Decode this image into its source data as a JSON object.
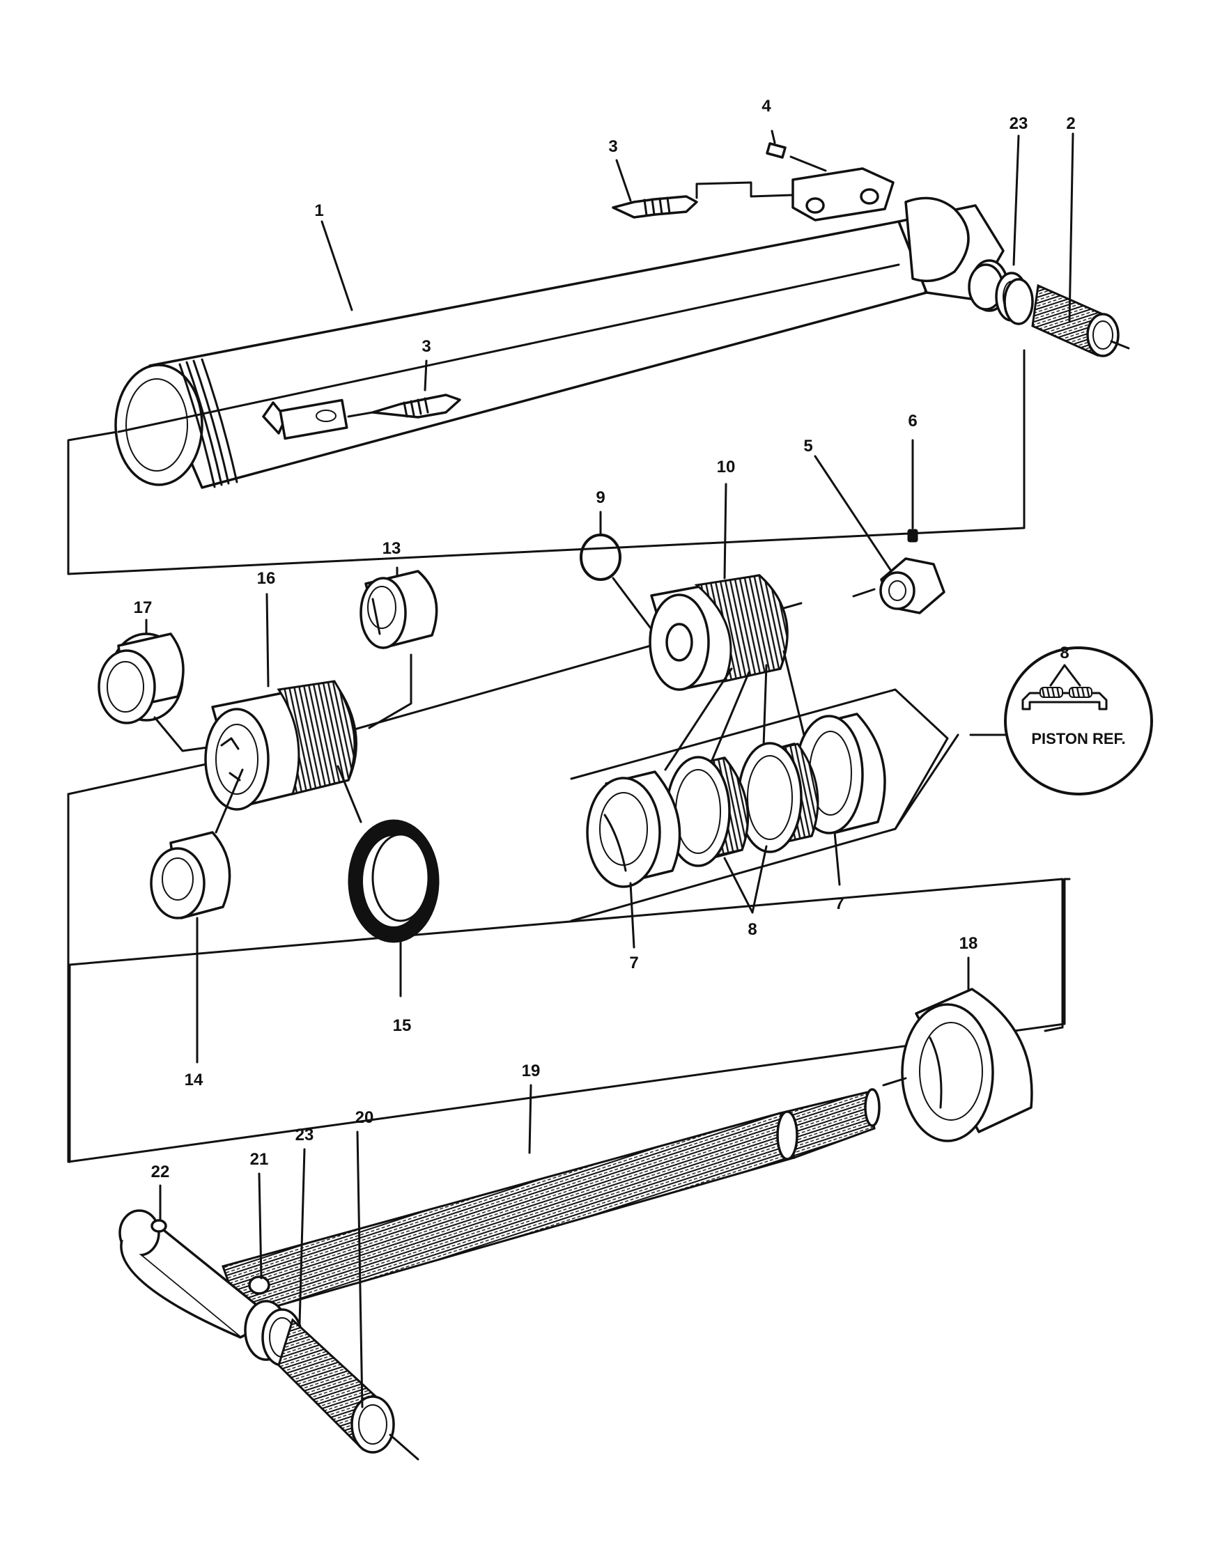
{
  "labels": {
    "l1": "1",
    "l2": "2",
    "l3a": "3",
    "l3b": "3",
    "l4": "4",
    "l5": "5",
    "l6": "6",
    "l7a": "7",
    "l7b": "7",
    "l8a": "8",
    "l8b": "8",
    "l9": "9",
    "l10": "10",
    "l13": "13",
    "l14": "14",
    "l15": "15",
    "l16": "16",
    "l17": "17",
    "l18": "18",
    "l19": "19",
    "l20": "20",
    "l21": "21",
    "l22": "22",
    "l23a": "23",
    "l23b": "23"
  },
  "inset": {
    "caption": "PISTON REF."
  }
}
